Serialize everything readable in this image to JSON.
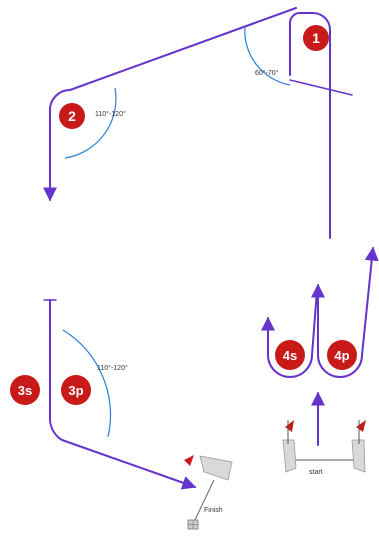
{
  "colors": {
    "course": "#6633cc",
    "marker": "#c91a1a",
    "angle_arc": "#2a7fd4",
    "text": "#333333",
    "committee_boat": "#d9d9d9"
  },
  "marks": {
    "m1": "1",
    "m2": "2",
    "m3s": "3s",
    "m3p": "3p",
    "m4s": "4s",
    "m4p": "4p"
  },
  "angles": {
    "mark1": "60°-70°",
    "mark2": "110°-120°",
    "mark3": "110°-120°"
  },
  "labels": {
    "start": "start",
    "finish": "Finish"
  },
  "icons": {
    "flag_start_left": "flag-icon",
    "flag_start_right": "flag-icon",
    "flag_finish": "flag-icon",
    "finish_buoy": "buoy-icon"
  }
}
